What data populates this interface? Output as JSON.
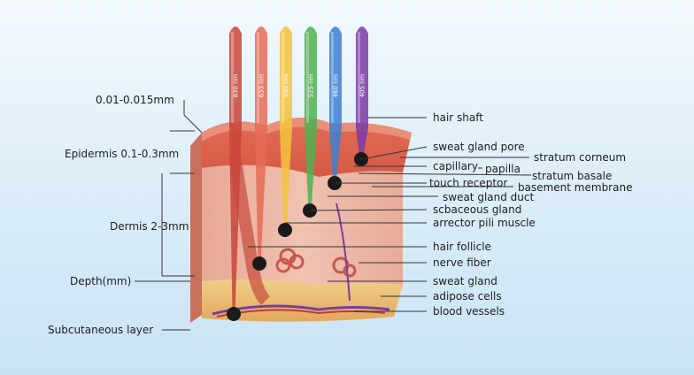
{
  "diagram": {
    "wavelengths": [
      {
        "label": "830 nm",
        "color": "#c8453b"
      },
      {
        "label": "633 nm",
        "color": "#e56b55"
      },
      {
        "label": "590 nm",
        "color": "#f3c33c"
      },
      {
        "label": "525 nm",
        "color": "#4fb250"
      },
      {
        "label": "460 nm",
        "color": "#3d7fd1"
      },
      {
        "label": "405 nm",
        "color": "#7a3aa5"
      }
    ],
    "left_labels": {
      "top_thickness": "0.01-0.015mm",
      "epidermis": "Epidermis 0.1-0.3mm",
      "dermis": "Dermis 2-3mm",
      "depth": "Depth(mm)",
      "subcutaneous": "Subcutaneous layer"
    },
    "right_labels": {
      "hair_shaft": "hair shaft",
      "sweat_gland_pore": "sweat gland pore",
      "stratum_corneum": "stratum corneum",
      "capillary": "capillary",
      "papilla": "papilla",
      "stratum_basale": "stratum basale",
      "touch_receptor": "touch receptor",
      "basement_membrane": "basement membrane",
      "sweat_gland_duct": "sweat gland duct",
      "sebaceous_gland": "scbaceous gland",
      "arrector_pili_muscle": "arrector pili muscle",
      "hair_follicle": "hair follicle",
      "nerve_fiber": "nerve fiber",
      "sweat_gland": "sweat gland",
      "adipose_cells": "adipose cells",
      "blood_vessels": "blood vessels"
    },
    "colors": {
      "skin_red": "#d9604a",
      "skin_pink": "#eab3a4",
      "fat_yellow": "#eec57a",
      "line": "#333333"
    }
  }
}
